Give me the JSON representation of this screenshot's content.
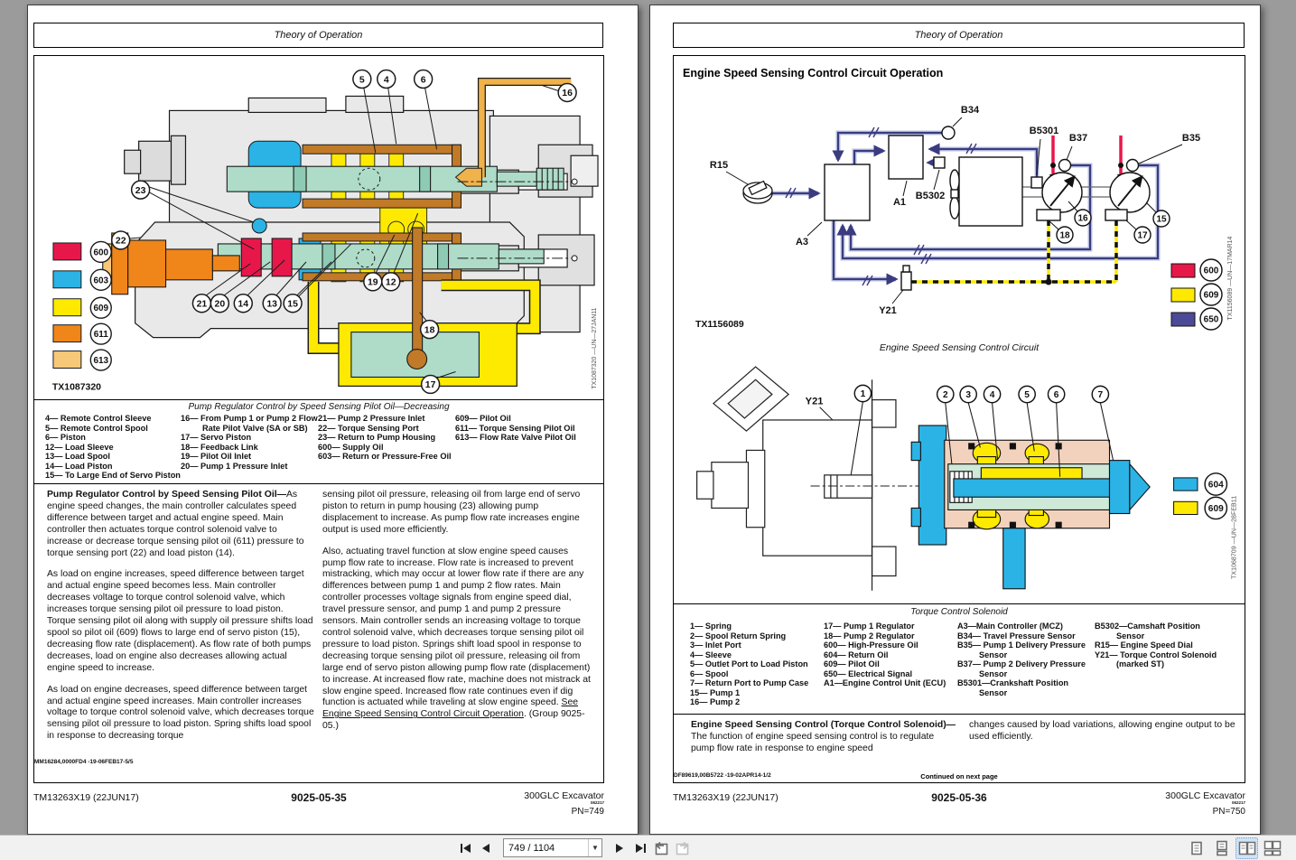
{
  "viewer": {
    "toolbar": {
      "page_indicator": "749 / 1104",
      "icons": {
        "first": "first-page-icon",
        "prev": "previous-page-icon",
        "next": "next-page-icon",
        "last": "last-page-icon",
        "prev_view": "previous-view-icon",
        "next_view": "next-view-icon",
        "single": "single-page-view-icon",
        "continuous": "continuous-view-icon",
        "two_page": "two-page-view-icon",
        "two_page_continuous": "two-page-continuous-view-icon"
      },
      "active_layout_color": "#cfe3f6"
    }
  },
  "left_page": {
    "running_head": "Theory of Operation",
    "figure": {
      "tx": "TX1087320",
      "vtx": "TX1087320 —UN—27JAN11",
      "caption": "Pump Regulator Control by Speed Sensing Pilot Oil—Decreasing",
      "legend": [
        {
          "code": "600",
          "color": "#e8174a"
        },
        {
          "code": "603",
          "color": "#2bb3e6"
        },
        {
          "code": "609",
          "color": "#fdea00"
        },
        {
          "code": "611",
          "color": "#f08519"
        },
        {
          "code": "613",
          "color": "#f6c878"
        }
      ],
      "callouts": {
        "c5": "5",
        "c4": "4",
        "c6": "6",
        "c16": "16",
        "c23": "23",
        "c22": "22",
        "c21": "21",
        "c20": "20",
        "c14": "14",
        "c13": "13",
        "c15": "15",
        "c19": "19",
        "c12": "12",
        "c18": "18",
        "c17": "17"
      }
    },
    "key": [
      [
        "4— Remote Control Sleeve",
        "5— Remote Control Spool",
        "6— Piston",
        "12— Load Sleeve",
        "13— Load Spool",
        "14— Load Piston",
        "15— To Large End of Servo Piston"
      ],
      [
        "16— From Pump 1 or Pump 2 Flow Rate Pilot Valve (SA or SB)",
        "17— Servo Piston",
        "18— Feedback Link",
        "19— Pilot Oil Inlet",
        "20— Pump 1 Pressure Inlet"
      ],
      [
        "21— Pump 2 Pressure Inlet",
        "22— Torque Sensing Port",
        "23— Return to Pump Housing",
        "600— Supply Oil",
        "603— Return or Pressure-Free Oil"
      ],
      [
        "609— Pilot Oil",
        "611— Torque Sensing Pilot Oil",
        "613— Flow Rate Valve Pilot Oil"
      ]
    ],
    "body": {
      "lead_bold": "Pump Regulator Control by Speed Sensing Pilot Oil—",
      "p1": "As engine speed changes, the main controller calculates speed difference between target and actual engine speed.  Main controller then actuates torque control solenoid valve to increase or decrease torque sensing pilot oil (611) pressure to torque sensing port (22) and load piston (14).",
      "p2": "As load on engine increases, speed difference between target and actual engine speed becomes less.  Main controller decreases voltage to torque control solenoid valve, which increases torque sensing pilot oil pressure to load piston.  Torque sensing pilot oil along with supply oil pressure shifts load spool so pilot oil (609) flows to large end of servo piston (15), decreasing flow rate (displacement).  As flow rate of both pumps decreases, load on engine also decreases allowing actual engine speed to increase.",
      "p3": "As load on engine decreases, speed difference between target and actual engine speed increases. Main controller increases voltage to torque control solenoid valve, which decreases torque sensing pilot oil pressure to load piston. Spring shifts load spool in response to decreasing torque",
      "r1": "sensing pilot oil pressure, releasing oil from large end of servo piston to return in pump housing (23) allowing pump displacement to increase.  As pump flow rate increases engine output is used more efficiently.",
      "r2": "Also, actuating travel function at slow engine speed causes pump flow rate to increase. Flow rate is increased to prevent mistracking, which may occur at lower flow rate if there are any differences between pump 1 and pump 2 flow rates. Main controller processes voltage signals from engine speed dial, travel pressure sensor, and pump 1 and pump 2 pressure sensors. Main controller sends an increasing voltage to torque control solenoid valve, which decreases torque sensing pilot oil pressure to load piston. Springs shift load spool in response to decreasing torque sensing pilot oil pressure, releasing oil from large end of servo piston allowing pump flow rate (displacement) to increase.  At increased flow rate, machine does not mistrack at slow engine speed.  Increased flow rate continues even if dig function is actuated while traveling at slow engine speed.  ",
      "r2_link": "See Engine Speed Sensing Control Circuit Operation",
      "r2_end": ". (Group 9025-05.)",
      "doc_code": "MM16284,0000FD4  -19-06FEB17-5/5"
    },
    "footer": {
      "tm": "TM13263X19 (22JUN17)",
      "group": "9025-05-35",
      "model": "300GLC Excavator",
      "code": "062217",
      "pn": "PN=749"
    }
  },
  "right_page": {
    "running_head": "Theory of Operation",
    "title": "Engine Speed Sensing Control Circuit Operation",
    "circuit": {
      "labels": {
        "r15": "R15",
        "a3": "A3",
        "a1": "A1",
        "b5302": "B5302",
        "b34": "B34",
        "b5301": "B5301",
        "b37": "B37",
        "b35": "B35",
        "y21": "Y21"
      },
      "callouts": {
        "c16": "16",
        "c15": "15",
        "c18": "18",
        "c17": "17"
      },
      "legend": [
        {
          "code": "600",
          "color": "#e8174a"
        },
        {
          "code": "609",
          "color": "#fdea00"
        },
        {
          "code": "650",
          "color": "#4c4a96"
        }
      ],
      "wire_color": "#3b3b80",
      "tx": "TX1156089",
      "vtx": "TX1156089 —UN—17MAR14",
      "caption": "Engine Speed Sensing Control Circuit"
    },
    "solenoid": {
      "label_y21": "Y21",
      "callouts": {
        "c1": "1",
        "c2": "2",
        "c3": "3",
        "c4": "4",
        "c5": "5",
        "c6": "6",
        "c7": "7"
      },
      "legend": [
        {
          "code": "604",
          "color": "#2bb3e6"
        },
        {
          "code": "609",
          "color": "#fdea00"
        }
      ],
      "vtx": "TX1068709 —UN—28FEB11",
      "caption": "Torque Control Solenoid"
    },
    "key": [
      [
        "1— Spring",
        "2— Spool Return Spring",
        "3— Inlet Port",
        "4— Sleeve",
        "5— Outlet Port to Load Piston",
        "6— Spool",
        "7— Return Port to Pump Case",
        "15— Pump 1",
        "16— Pump 2"
      ],
      [
        "17— Pump 1 Regulator",
        "18— Pump 2 Regulator",
        "600— High-Pressure Oil",
        "604— Return Oil",
        "609— Pilot Oil",
        "650— Electrical Signal",
        "A1—Engine Control Unit (ECU)"
      ],
      [
        "A3—Main Controller (MCZ)",
        "B34— Travel Pressure Sensor",
        "B35— Pump 1 Delivery Pressure Sensor",
        "B37— Pump 2 Delivery Pressure Sensor",
        "B5301—Crankshaft Position Sensor"
      ],
      [
        "B5302—Camshaft Position Sensor",
        "R15— Engine Speed Dial",
        "Y21— Torque Control Solenoid (marked ST)"
      ]
    ],
    "body": {
      "lead_bold": "Engine Speed Sensing Control (Torque Control Solenoid)—",
      "left": "The function of engine speed sensing control is to regulate pump flow rate in response to engine speed",
      "right": "changes caused by load variations, allowing engine output to be used efficiently.",
      "continued": "Continued on next page",
      "doc_code": "DF89619,00B5722  -19-02APR14-1/2"
    },
    "footer": {
      "tm": "TM13263X19 (22JUN17)",
      "group": "9025-05-36",
      "model": "300GLC Excavator",
      "code": "062217",
      "pn": "PN=750"
    }
  }
}
